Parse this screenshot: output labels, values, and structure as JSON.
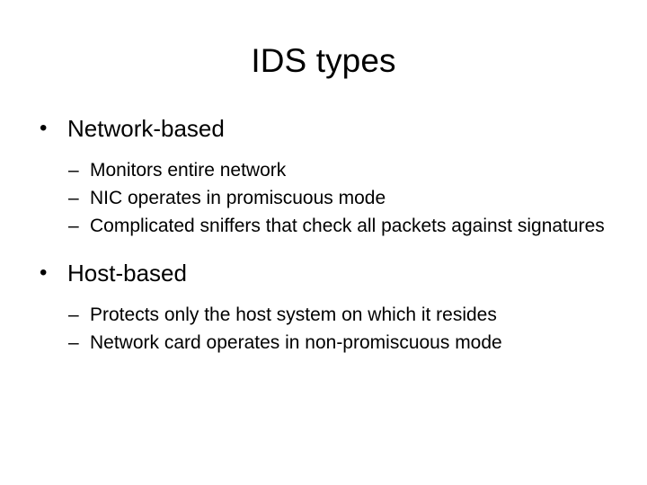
{
  "slide": {
    "title": "IDS types",
    "background_color": "#ffffff",
    "text_color": "#000000",
    "level1_marker": "•",
    "level2_marker": "–",
    "content": [
      {
        "level": 1,
        "text": "Network-based"
      },
      {
        "level": 2,
        "text": "Monitors entire network"
      },
      {
        "level": 2,
        "text": "NIC operates in promiscuous mode"
      },
      {
        "level": 2,
        "text": "Complicated sniffers that check all packets against signatures"
      },
      {
        "level": 1,
        "text": "Host-based"
      },
      {
        "level": 2,
        "text": "Protects only the host system on which it resides"
      },
      {
        "level": 2,
        "text": "Network card operates in non-promiscuous mode"
      }
    ]
  }
}
